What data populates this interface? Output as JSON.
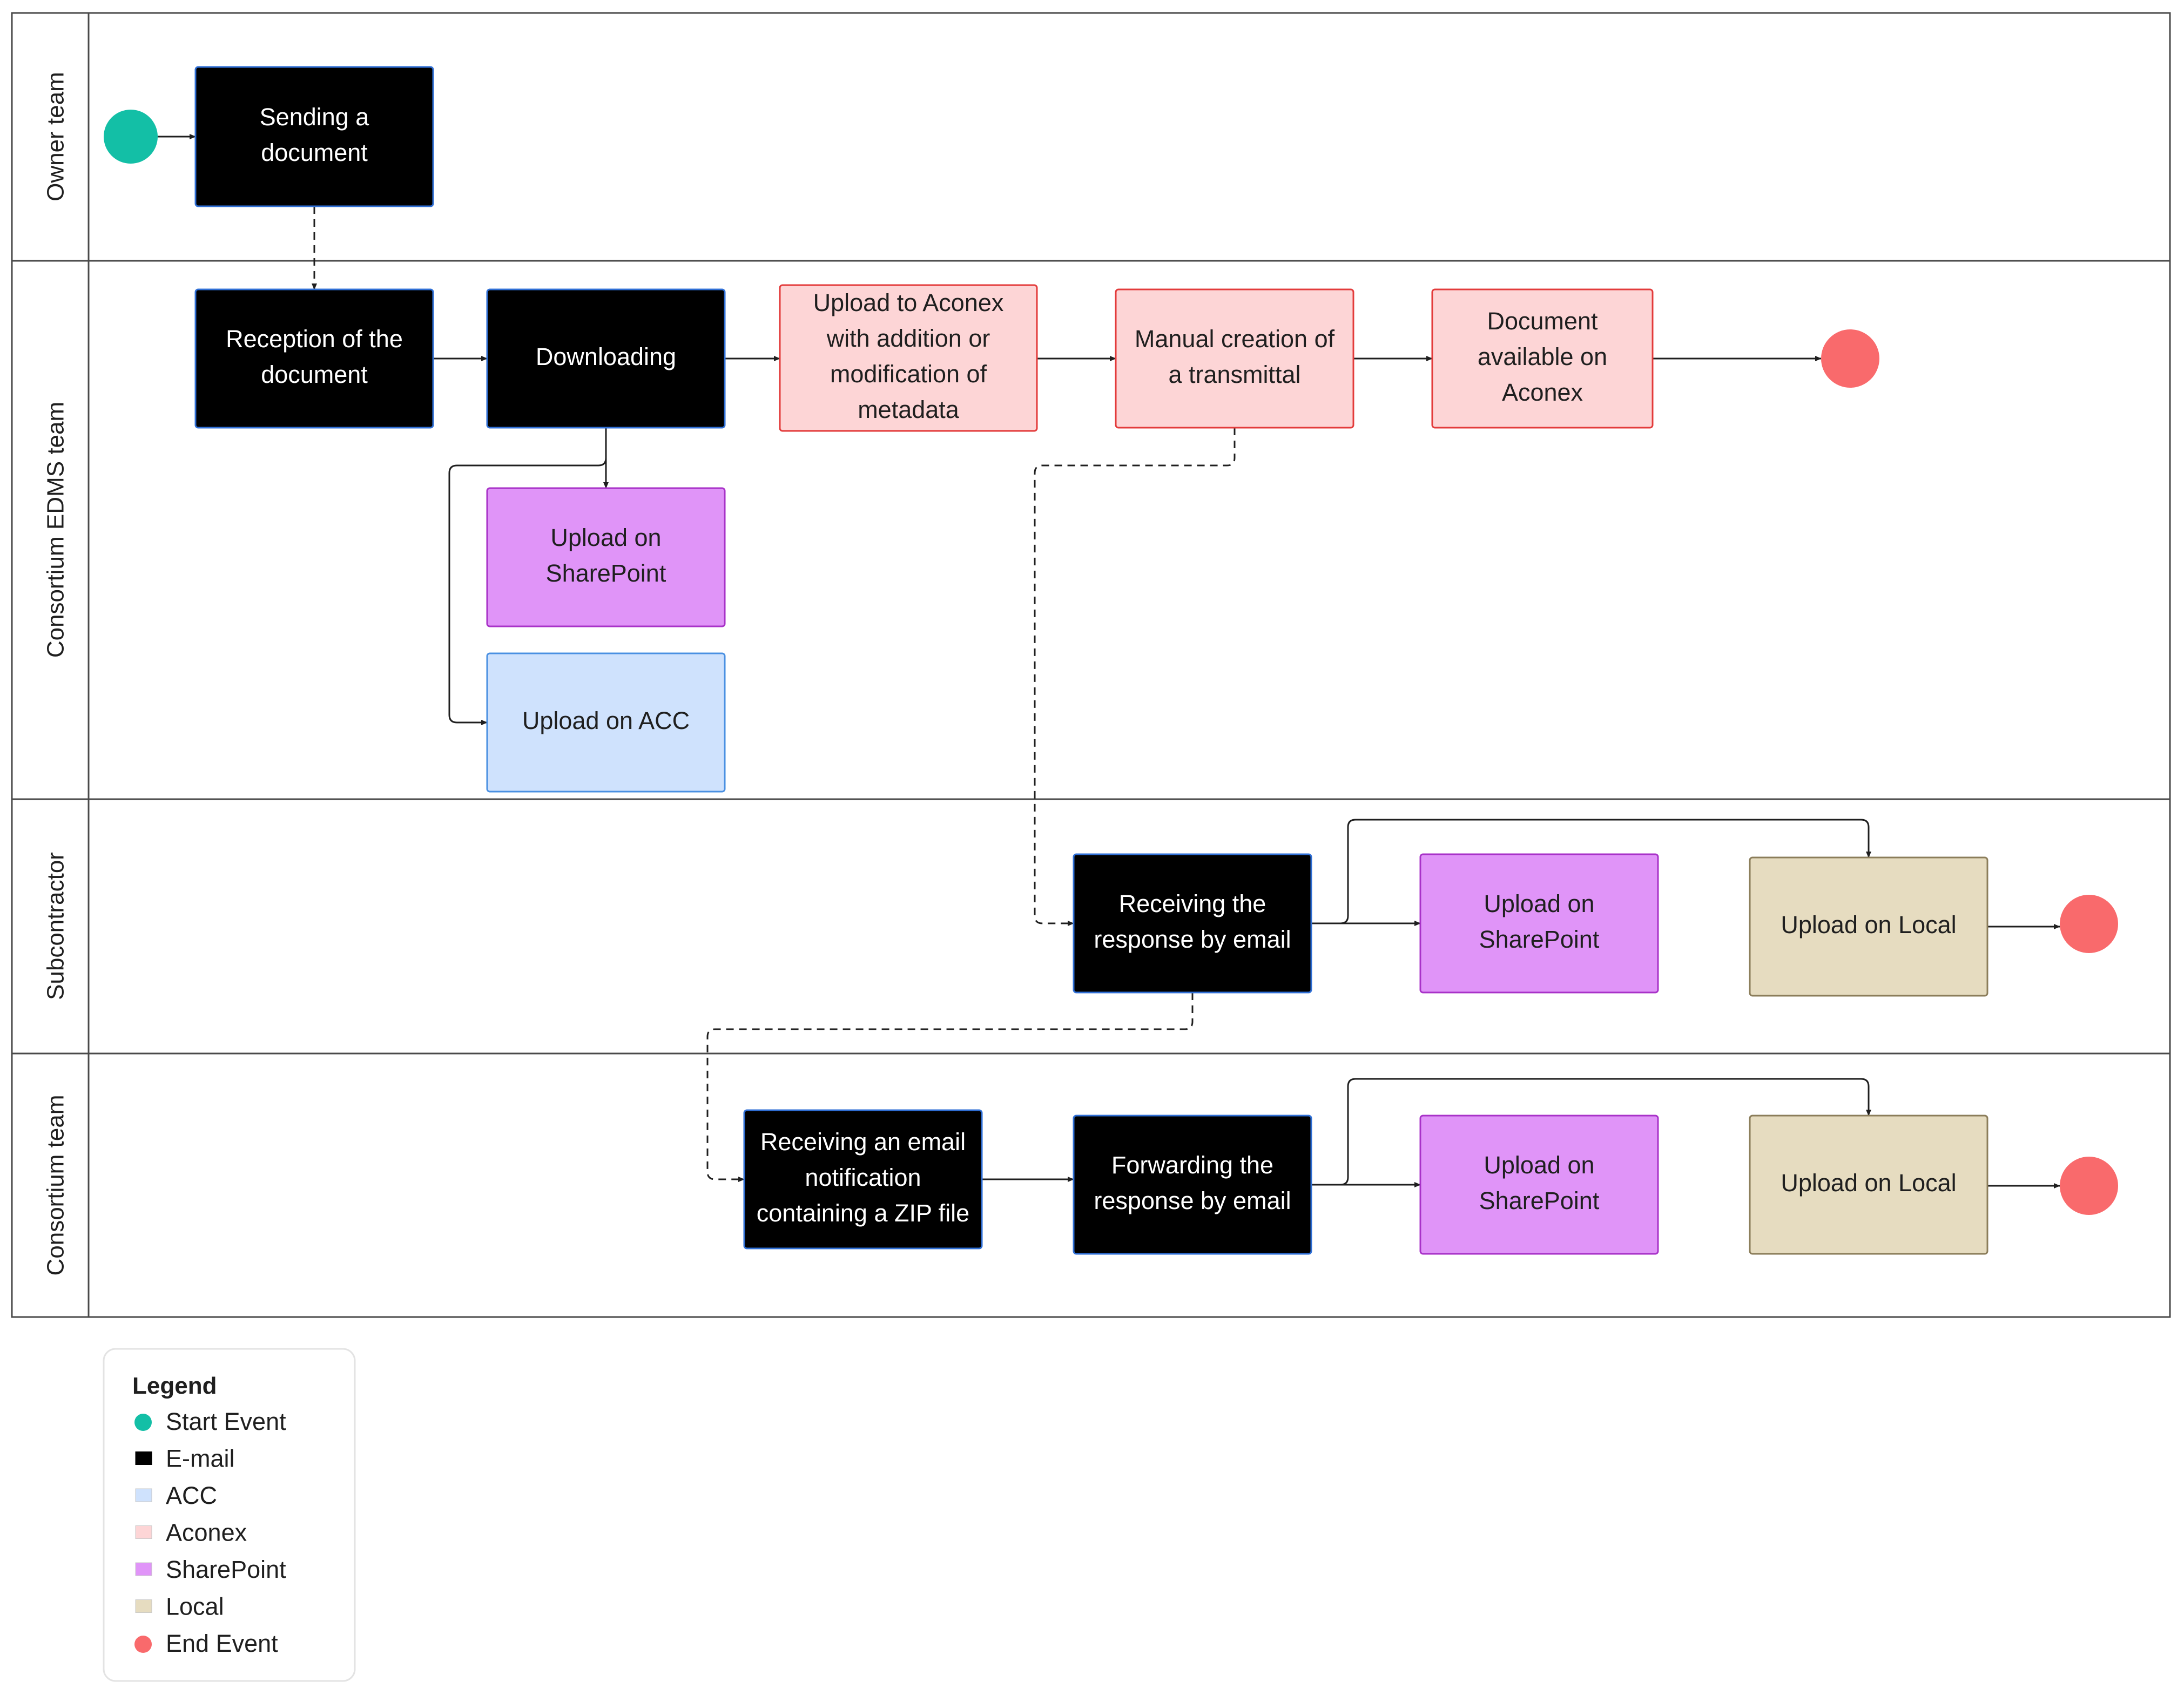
{
  "lanes": [
    {
      "id": "owner",
      "label": "Owner team"
    },
    {
      "id": "edms",
      "label": "Consortium EDMS team"
    },
    {
      "id": "sub",
      "label": "Subcontractor"
    },
    {
      "id": "cons",
      "label": "Consortium team"
    }
  ],
  "categories": {
    "email": {
      "fill": "#000000",
      "stroke": "#2f6fd6",
      "text": "#ffffff"
    },
    "acc": {
      "fill": "#cfe2fd",
      "stroke": "#4a90e2",
      "text": "#1f1f1f"
    },
    "aconex": {
      "fill": "#fdd5d6",
      "stroke": "#e33b3b",
      "text": "#1f1f1f"
    },
    "sharepoint": {
      "fill": "#e094f8",
      "stroke": "#a832c8",
      "text": "#1f1f1f"
    },
    "local": {
      "fill": "#e6dcc0",
      "stroke": "#8b7d5a",
      "text": "#1f1f1f"
    }
  },
  "colors": {
    "start": "#13bfa6",
    "end": "#f96a6c",
    "lane_border": "#4a4a4a",
    "arrow": "#1f1f1f"
  },
  "nodes": [
    {
      "id": "start",
      "type": "start"
    },
    {
      "id": "send",
      "cat": "email",
      "lines": [
        "Sending a",
        "document"
      ]
    },
    {
      "id": "recv_doc",
      "cat": "email",
      "lines": [
        "Reception of the",
        "document"
      ]
    },
    {
      "id": "download",
      "cat": "email",
      "lines": [
        "Downloading"
      ]
    },
    {
      "id": "up_aconex",
      "cat": "aconex",
      "lines": [
        "Upload to Aconex",
        "with addition or",
        "modification of",
        "metadata"
      ]
    },
    {
      "id": "manual",
      "cat": "aconex",
      "lines": [
        "Manual creation of",
        "a transmittal"
      ]
    },
    {
      "id": "avail",
      "cat": "aconex",
      "lines": [
        "Document",
        "available on",
        "Aconex"
      ]
    },
    {
      "id": "end1",
      "type": "end"
    },
    {
      "id": "sp1",
      "cat": "sharepoint",
      "lines": [
        "Upload on",
        "SharePoint"
      ]
    },
    {
      "id": "acc1",
      "cat": "acc",
      "lines": [
        "Upload on ACC"
      ]
    },
    {
      "id": "recv_resp",
      "cat": "email",
      "lines": [
        "Receiving the",
        "response by email"
      ]
    },
    {
      "id": "sp2",
      "cat": "sharepoint",
      "lines": [
        "Upload on",
        "SharePoint"
      ]
    },
    {
      "id": "local1",
      "cat": "local",
      "lines": [
        "Upload on Local"
      ]
    },
    {
      "id": "end2",
      "type": "end"
    },
    {
      "id": "recv_zip",
      "cat": "email",
      "lines": [
        "Receiving an email",
        "notification",
        "containing a ZIP file"
      ]
    },
    {
      "id": "fwd",
      "cat": "email",
      "lines": [
        "Forwarding the",
        "response by email"
      ]
    },
    {
      "id": "sp3",
      "cat": "sharepoint",
      "lines": [
        "Upload on",
        "SharePoint"
      ]
    },
    {
      "id": "local2",
      "cat": "local",
      "lines": [
        "Upload on Local"
      ]
    },
    {
      "id": "end3",
      "type": "end"
    }
  ],
  "edges": [
    {
      "from": "start",
      "to": "send",
      "style": "solid"
    },
    {
      "from": "send",
      "to": "recv_doc",
      "style": "dashed"
    },
    {
      "from": "recv_doc",
      "to": "download",
      "style": "solid"
    },
    {
      "from": "download",
      "to": "up_aconex",
      "style": "solid"
    },
    {
      "from": "up_aconex",
      "to": "manual",
      "style": "solid"
    },
    {
      "from": "manual",
      "to": "avail",
      "style": "solid"
    },
    {
      "from": "avail",
      "to": "end1",
      "style": "solid"
    },
    {
      "from": "download",
      "to": "sp1",
      "style": "solid"
    },
    {
      "from": "download",
      "to": "acc1",
      "style": "solid"
    },
    {
      "from": "manual",
      "to": "recv_resp",
      "style": "dashed"
    },
    {
      "from": "recv_resp",
      "to": "sp2",
      "style": "solid"
    },
    {
      "from": "recv_resp",
      "to": "local1",
      "style": "solid"
    },
    {
      "from": "local1",
      "to": "end2",
      "style": "solid"
    },
    {
      "from": "recv_resp",
      "to": "recv_zip",
      "style": "dashed"
    },
    {
      "from": "recv_zip",
      "to": "fwd",
      "style": "solid"
    },
    {
      "from": "fwd",
      "to": "sp3",
      "style": "solid"
    },
    {
      "from": "fwd",
      "to": "local2",
      "style": "solid"
    },
    {
      "from": "local2",
      "to": "end3",
      "style": "solid"
    }
  ],
  "legend": {
    "title": "Legend",
    "items": [
      {
        "label": "Start Event",
        "kind": "circle",
        "color": "#13bfa6"
      },
      {
        "label": "E-mail",
        "kind": "square",
        "color": "#000000"
      },
      {
        "label": "ACC",
        "kind": "square",
        "color": "#cfe2fd"
      },
      {
        "label": "Aconex",
        "kind": "square",
        "color": "#fdd5d6"
      },
      {
        "label": "SharePoint",
        "kind": "square",
        "color": "#e094f8"
      },
      {
        "label": "Local",
        "kind": "square",
        "color": "#e6dcc0"
      },
      {
        "label": "End Event",
        "kind": "circle",
        "color": "#f96a6c"
      }
    ]
  }
}
